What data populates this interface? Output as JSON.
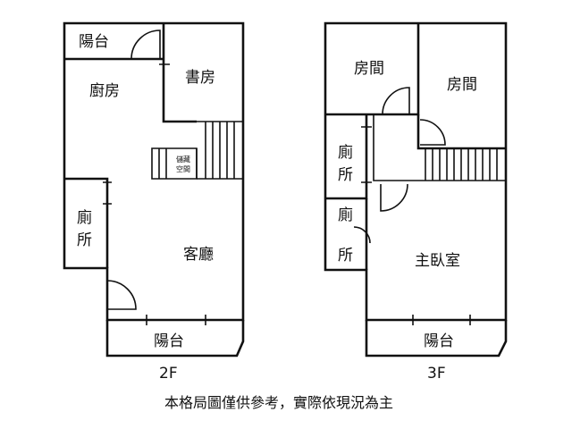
{
  "floors": [
    {
      "floor_label": "2F",
      "rooms": {
        "balcony_top": "陽台",
        "kitchen": "廚房",
        "study": "書房",
        "storage_line1": "儲藏",
        "storage_line2": "空間",
        "toilet_line1": "廁",
        "toilet_line2": "所",
        "living": "客廳",
        "balcony_bottom": "陽台"
      }
    },
    {
      "floor_label": "3F",
      "rooms": {
        "room_left": "房間",
        "room_right": "房間",
        "toilet_a_line1": "廁",
        "toilet_a_line2": "所",
        "toilet_b_line1": "廁",
        "toilet_b_line2": "所",
        "master": "主臥室",
        "balcony": "陽台"
      }
    }
  ],
  "caption": "本格局圖僅供參考，實際依現況為主"
}
